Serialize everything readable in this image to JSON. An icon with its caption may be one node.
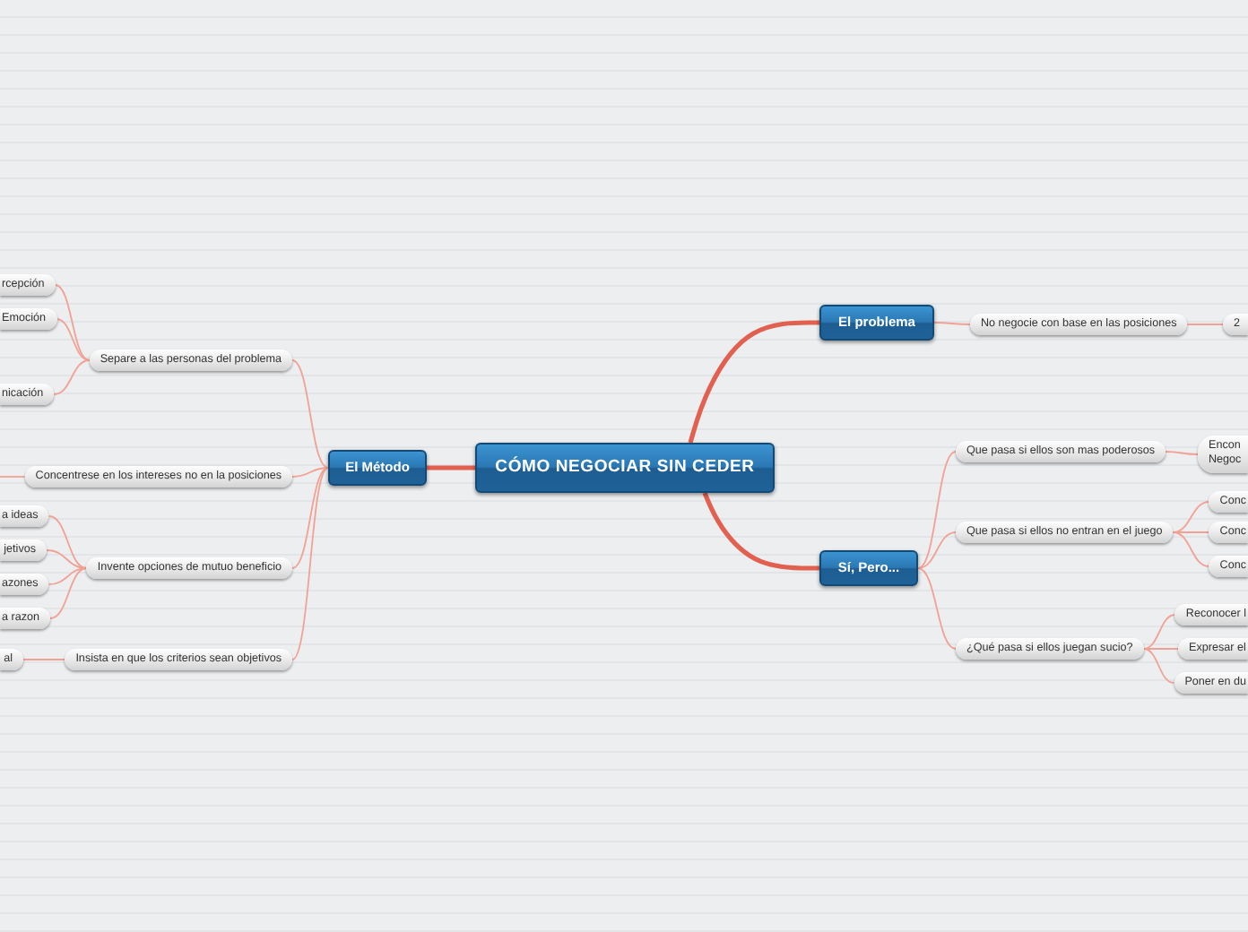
{
  "diagram": {
    "nodes": [
      {
        "text": [
          "CÓMO NEGOCIAR SIN CEDER"
        ]
      },
      {
        "text": [
          "El Método"
        ]
      },
      {
        "text": [
          "Separe a las personas del problema"
        ]
      },
      {
        "text": [
          "rcepción"
        ]
      },
      {
        "text": [
          "Emoción"
        ]
      },
      {
        "text": [
          "nicación"
        ]
      },
      {
        "text": [
          "Concentrese en los intereses no en la posiciones"
        ]
      },
      {
        "text": [
          "Invente opciones de mutuo beneficio"
        ]
      },
      {
        "text": [
          "a ideas"
        ]
      },
      {
        "text": [
          "jetivos"
        ]
      },
      {
        "text": [
          "azones"
        ]
      },
      {
        "text": [
          "a razon"
        ]
      },
      {
        "text": [
          "Insista en que los criterios sean objetivos"
        ]
      },
      {
        "text": [
          "al"
        ]
      },
      {
        "text": [
          "El problema"
        ]
      },
      {
        "text": [
          "No negocie con base en las posiciones"
        ]
      },
      {
        "text": [
          "2"
        ]
      },
      {
        "text": [
          "Sí, Pero..."
        ]
      },
      {
        "text": [
          "Que pasa si ellos son mas poderosos"
        ]
      },
      {
        "text": [
          "Encon Negoc"
        ]
      },
      {
        "text": [
          "Que pasa si ellos no entran en el juego"
        ]
      },
      {
        "text": [
          "Conc"
        ]
      },
      {
        "text": [
          "Conc"
        ]
      },
      {
        "text": [
          "Conc"
        ]
      },
      {
        "text": [
          "¿Qué pasa si ellos juegan sucio?"
        ]
      },
      {
        "text": [
          "Reconocer l"
        ]
      },
      {
        "text": [
          "Expresar el"
        ]
      },
      {
        "text": [
          "Poner en du"
        ]
      }
    ],
    "edges": [
      {
        "from": 0,
        "to": 1,
        "arrow": "none",
        "style": "thick",
        "color": "#e2604f"
      },
      {
        "from": 0,
        "to": 14,
        "arrow": "none",
        "style": "thick",
        "color": "#e2604f"
      },
      {
        "from": 0,
        "to": 17,
        "arrow": "none",
        "style": "thick",
        "color": "#e2604f"
      },
      {
        "from": 1,
        "to": 2,
        "arrow": "none"
      },
      {
        "from": 1,
        "to": 6,
        "arrow": "none"
      },
      {
        "from": 1,
        "to": 7,
        "arrow": "none"
      },
      {
        "from": 1,
        "to": 12,
        "arrow": "none"
      },
      {
        "from": 2,
        "to": 3,
        "arrow": "none"
      },
      {
        "from": 2,
        "to": 4,
        "arrow": "none"
      },
      {
        "from": 2,
        "to": 5,
        "arrow": "none"
      },
      {
        "from": 6,
        "to": null,
        "arrow": "none"
      },
      {
        "from": 7,
        "to": 8,
        "arrow": "none"
      },
      {
        "from": 7,
        "to": 9,
        "arrow": "none"
      },
      {
        "from": 7,
        "to": 10,
        "arrow": "none"
      },
      {
        "from": 7,
        "to": 11,
        "arrow": "none"
      },
      {
        "from": 12,
        "to": 13,
        "arrow": "none"
      },
      {
        "from": 14,
        "to": 15,
        "arrow": "none"
      },
      {
        "from": 15,
        "to": 16,
        "arrow": "none"
      },
      {
        "from": 17,
        "to": 18,
        "arrow": "none"
      },
      {
        "from": 17,
        "to": 20,
        "arrow": "none"
      },
      {
        "from": 17,
        "to": 24,
        "arrow": "none"
      },
      {
        "from": 18,
        "to": 19,
        "arrow": "none"
      },
      {
        "from": 20,
        "to": 21,
        "arrow": "none"
      },
      {
        "from": 20,
        "to": 22,
        "arrow": "none"
      },
      {
        "from": 20,
        "to": 23,
        "arrow": "none"
      },
      {
        "from": 24,
        "to": 25,
        "arrow": "none"
      },
      {
        "from": 24,
        "to": 26,
        "arrow": "none"
      },
      {
        "from": 24,
        "to": 27,
        "arrow": "none"
      }
    ]
  }
}
